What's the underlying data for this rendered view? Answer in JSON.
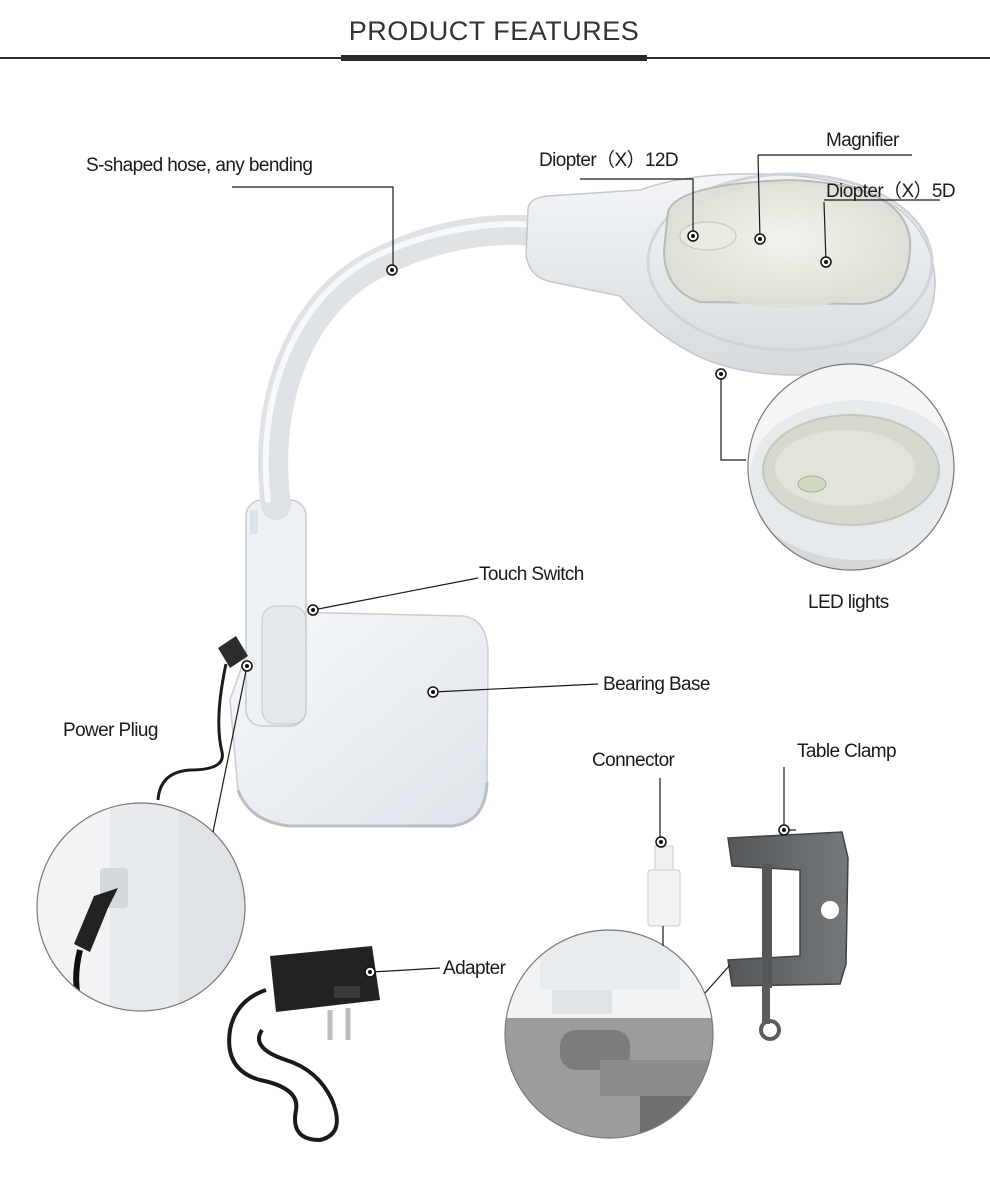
{
  "header": {
    "title": "PRODUCT FEATURES"
  },
  "labels": {
    "hose": "S-shaped hose, any bending",
    "diopter_12d": "Diopter（X）12D",
    "magnifier": "Magnifier",
    "diopter_5d": "Diopter（X）5D",
    "led_lights": "LED lights",
    "touch_switch": "Touch Switch",
    "bearing_base": "Bearing Base",
    "power_plug": "Power Pliug",
    "connector": "Connector",
    "table_clamp": "Table Clamp",
    "adapter": "Adapter"
  }
}
